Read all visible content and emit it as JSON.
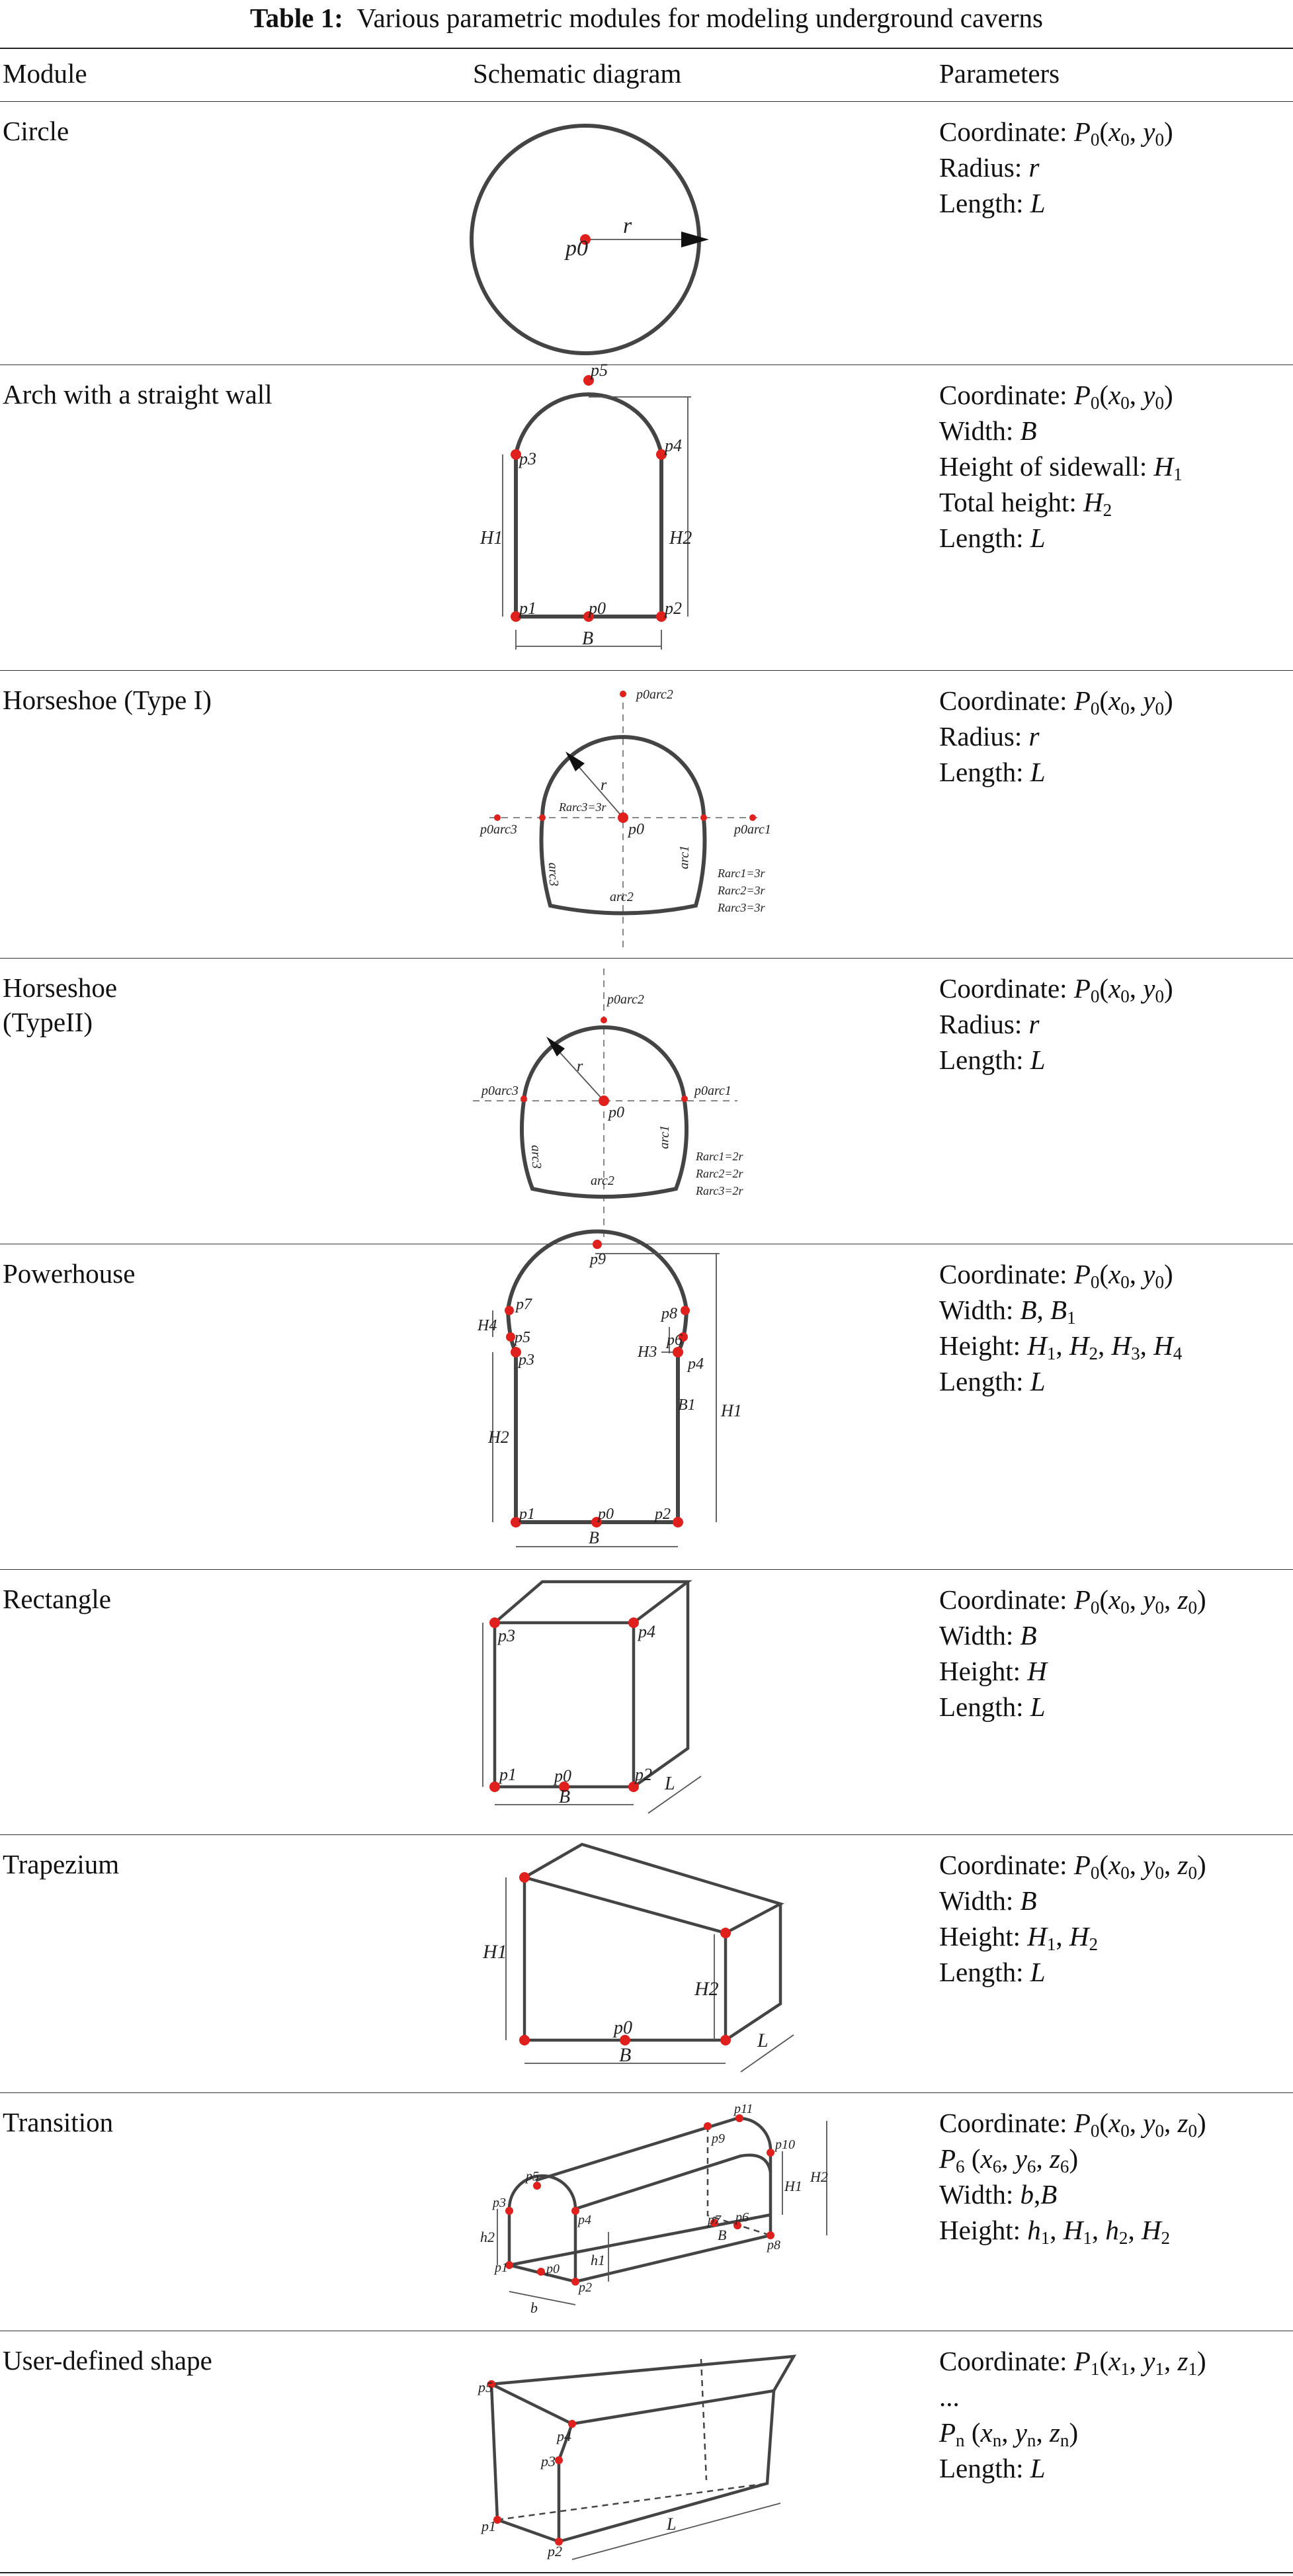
{
  "caption": {
    "label": "Table 1:",
    "text": "Various parametric modules for modeling underground caverns"
  },
  "headers": {
    "module": "Module",
    "diagram": "Schematic diagram",
    "parameters": "Parameters"
  },
  "rows": [
    {
      "module": "Circle",
      "params": [
        "Coordinate: P0(x0, y0)",
        "Radius: r",
        "Length: L"
      ],
      "labels": {
        "p0": "p0",
        "r": "r"
      }
    },
    {
      "module": "Arch with a straight wall",
      "params": [
        "Coordinate: P0(x0, y0)",
        "Width: B",
        "Height of sidewall: H1",
        "Total height: H2",
        "Length: L"
      ],
      "labels": {
        "p0": "p0",
        "p1": "p1",
        "p2": "p2",
        "p3": "p3",
        "p4": "p4",
        "p5": "p5",
        "H1": "H1",
        "H2": "H2",
        "B": "B"
      }
    },
    {
      "module": "Horseshoe (Type I)",
      "params": [
        "Coordinate: P0(x0, y0)",
        "Radius: r",
        "Length: L"
      ],
      "labels": {
        "p0": "p0",
        "r": "r",
        "parc1": "p0arc1",
        "parc2": "p0arc2",
        "parc3": "p0arc3",
        "arc1": "arc1",
        "arc2": "arc2",
        "arc3": "arc3",
        "rtop": "Rarc3=3r",
        "r1": "Rarc1=3r",
        "r2": "Rarc2=3r",
        "r3": "Rarc3=3r"
      }
    },
    {
      "module": "Horseshoe\n(TypeII)",
      "params": [
        "Coordinate: P0(x0, y0)",
        "Radius: r",
        "Length: L"
      ],
      "labels": {
        "p0": "p0",
        "r": "r",
        "parc1": "p0arc1",
        "parc2": "p0arc2",
        "parc3": "p0arc3",
        "arc1": "arc1",
        "arc2": "arc2",
        "arc3": "arc3",
        "r1": "Rarc1=2r",
        "r2": "Rarc2=2r",
        "r3": "Rarc3=2r"
      }
    },
    {
      "module": "Powerhouse",
      "params": [
        "Coordinate: P0(x0, y0)",
        "Width: B, B1",
        "Height: H1, H2, H3, H4",
        "Length: L"
      ],
      "labels": {
        "p0": "p0",
        "p1": "p1",
        "p2": "p2",
        "p3": "p3",
        "p4": "p4",
        "p5": "p5",
        "p6": "p6",
        "p7": "p7",
        "p8": "p8",
        "p9": "p9",
        "H1": "H1",
        "H2": "H2",
        "H3": "H3",
        "H4": "H4",
        "B": "B",
        "B1": "B1"
      }
    },
    {
      "module": "Rectangle",
      "params": [
        "Coordinate: P0(x0, y0, z0)",
        "Width: B",
        "Height: H",
        "Length: L"
      ],
      "labels": {
        "p0": "p0",
        "p1": "p1",
        "p2": "p2",
        "p3": "p3",
        "p4": "p4",
        "B": "B",
        "L": "L"
      }
    },
    {
      "module": "Trapezium",
      "params": [
        "Coordinate: P0(x0, y0, z0)",
        "Width: B",
        "Height: H1, H2",
        "Length: L"
      ],
      "labels": {
        "p0": "p0",
        "H1": "H1",
        "H2": "H2",
        "B": "B",
        "L": "L"
      }
    },
    {
      "module": "Transition",
      "params": [
        "Coordinate: P0(x0, y0, z0)",
        "P6 (x6, y6, z6)",
        "Width: b,B",
        "Height: h1, H1, h2, H2"
      ],
      "labels": {
        "p0": "p0",
        "p1": "p1",
        "p2": "p2",
        "p3": "p3",
        "p4": "p4",
        "p5": "p5",
        "p6": "p6",
        "p7": "p7",
        "p8": "p8",
        "p9": "p9",
        "p10": "p10",
        "p11": "p11",
        "h1": "h1",
        "h2": "h2",
        "H1": "H1",
        "H2": "H2",
        "b": "b",
        "B": "B"
      }
    },
    {
      "module": "User-defined shape",
      "params": [
        "Coordinate: P1(x1, y1, z1)",
        "...",
        "Pn (xn, yn, zn)",
        "Length: L"
      ],
      "labels": {
        "p1": "p1",
        "p2": "p2",
        "p3": "p3",
        "p4": "p4",
        "p5": "p5",
        "L": "L"
      }
    }
  ]
}
